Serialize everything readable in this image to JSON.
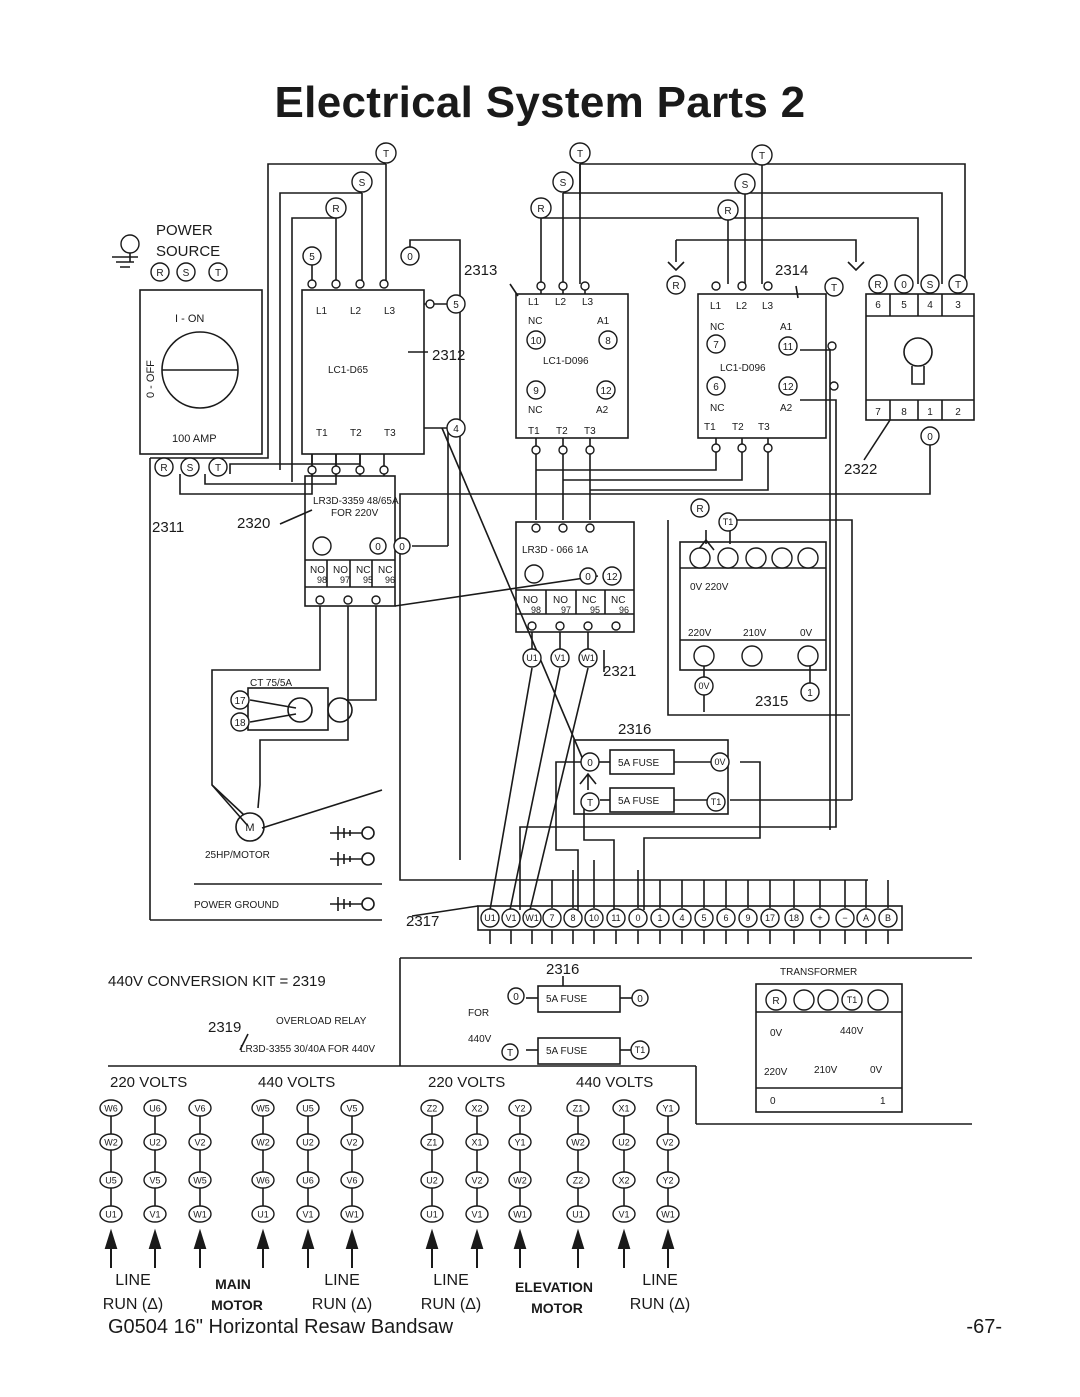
{
  "page": {
    "title": "Electrical System Parts 2",
    "footer_left": "G0504 16\" Horizontal Resaw Bandsaw",
    "footer_right": "-67-"
  },
  "diagram": {
    "power_source": {
      "label_1": "POWER",
      "label_2": "SOURCE",
      "terminals": [
        "R",
        "S",
        "T"
      ],
      "on_label": "I - ON",
      "off_label": "0 - OFF",
      "rating": "100 AMP",
      "part": "2311"
    },
    "supply_terminals": {
      "t": "T",
      "s": "S",
      "r": "R"
    },
    "contactor_2312": {
      "part": "2312",
      "model": "LC1-D65",
      "top": [
        "L1",
        "L2",
        "L3"
      ],
      "bottom": [
        "T1",
        "T2",
        "T3"
      ],
      "coil_a": "5",
      "coil_b": "0",
      "aux": "4"
    },
    "overload_2320": {
      "part": "2320",
      "model": "LR3D-3359 48/65A",
      "for_label": "FOR  220V",
      "t0a": "0",
      "t0b": "0",
      "contacts": [
        "NO",
        "NO",
        "NC",
        "NC"
      ],
      "numbers": [
        "98",
        "97",
        "95",
        "96"
      ]
    },
    "ct": {
      "label": "CT 75/5A",
      "t17": "17",
      "t18": "18"
    },
    "motor": {
      "symbol": "M",
      "label": "25HP/MOTOR"
    },
    "ground": {
      "label": "POWER GROUND"
    },
    "contactor_2313": {
      "part": "2313",
      "model": "LC1-D096",
      "top": [
        "L1",
        "L2",
        "L3"
      ],
      "bottom": [
        "T1",
        "T2",
        "T3"
      ],
      "nc_top": "NC",
      "a1": "A1",
      "nc_bot": "NC",
      "a2": "A2",
      "c10": "10",
      "c8": "8",
      "c9": "9",
      "c12": "12"
    },
    "overload_2321": {
      "part": "2321",
      "model": "LR3D - 066 1A",
      "t0": "0",
      "t12": "12",
      "contacts": [
        "NO",
        "NO",
        "NC",
        "NC"
      ],
      "numbers": [
        "98",
        "97",
        "95",
        "96"
      ],
      "outputs": [
        "U1",
        "V1",
        "W1"
      ]
    },
    "contactor_2314": {
      "part": "2314",
      "model": "LC1-D096",
      "top": [
        "L1",
        "L2",
        "L3"
      ],
      "bottom": [
        "T1",
        "T2",
        "T3"
      ],
      "nc_top": "NC",
      "a1": "A1",
      "nc_bot": "NC",
      "a2": "A2",
      "c7": "7",
      "c11": "11",
      "c6": "6",
      "c12": "12",
      "r_term": "R",
      "t_term": "T"
    },
    "switch_2322": {
      "part": "2322",
      "top_terms": [
        "R",
        "0",
        "S",
        "T"
      ],
      "top_nums": [
        "6",
        "5",
        "4",
        "3"
      ],
      "bot_nums": [
        "7",
        "8",
        "1",
        "2"
      ],
      "zero": "0"
    },
    "transformer_2315": {
      "part": "2315",
      "r": "R",
      "t1": "T1",
      "primary": "0V  220V",
      "secondary": [
        "220V",
        "210V",
        "0V"
      ],
      "zero_v": "0V",
      "one": "1"
    },
    "fuse_2316": {
      "part": "2316",
      "fuse": "5A FUSE",
      "zero": "0",
      "zero_v": "0V",
      "t": "T",
      "t1": "T1"
    },
    "terminal_2317": {
      "part": "2317",
      "terms": [
        "U1",
        "V1",
        "W1",
        "7",
        "8",
        "10",
        "11",
        "0",
        "1",
        "4",
        "5",
        "6",
        "9",
        "17",
        "18",
        "+",
        "−",
        "A",
        "B"
      ]
    },
    "conversion": {
      "title": "440V CONVERSION KIT = 2319",
      "part": "2319",
      "relay_label": "OVERLOAD RELAY",
      "relay_model": "LR3D-3355 30/40A FOR 440V",
      "fuse_part": "2316",
      "for_label": "FOR",
      "v440": "440V",
      "fuse": "5A FUSE",
      "zero": "0",
      "t": "T",
      "t1": "T1"
    },
    "transformer_alt": {
      "label": "TRANSFORMER",
      "r": "R",
      "t1": "T1",
      "primary_0": "0V",
      "primary_440": "440V",
      "secondary": [
        "220V",
        "210V",
        "0V"
      ],
      "bottom": [
        "0",
        "1"
      ]
    },
    "motor_wiring": {
      "main_label_1": "MAIN",
      "main_label_2": "MOTOR",
      "elev_label_1": "ELEVATION",
      "elev_label_2": "MOTOR",
      "line_label": "LINE",
      "run_label": "RUN (Δ)",
      "groups": [
        {
          "volts": "220 VOLTS",
          "rows": [
            [
              "W6",
              "U6",
              "V6"
            ],
            [
              "W2",
              "U2",
              "V2"
            ],
            [
              "U5",
              "V5",
              "W5"
            ],
            [
              "U1",
              "V1",
              "W1"
            ]
          ]
        },
        {
          "volts": "440 VOLTS",
          "rows": [
            [
              "W5",
              "U5",
              "V5"
            ],
            [
              "W2",
              "U2",
              "V2"
            ],
            [
              "W6",
              "U6",
              "V6"
            ],
            [
              "U1",
              "V1",
              "W1"
            ]
          ]
        },
        {
          "volts": "220 VOLTS",
          "rows": [
            [
              "Z2",
              "X2",
              "Y2"
            ],
            [
              "Z1",
              "X1",
              "Y1"
            ],
            [
              "U2",
              "V2",
              "W2"
            ],
            [
              "U1",
              "V1",
              "W1"
            ]
          ]
        },
        {
          "volts": "440 VOLTS",
          "rows": [
            [
              "Z1",
              "X1",
              "Y1"
            ],
            [
              "W2",
              "U2",
              "V2"
            ],
            [
              "Z2",
              "X2",
              "Y2"
            ],
            [
              "U1",
              "V1",
              "W1"
            ]
          ]
        }
      ]
    }
  }
}
